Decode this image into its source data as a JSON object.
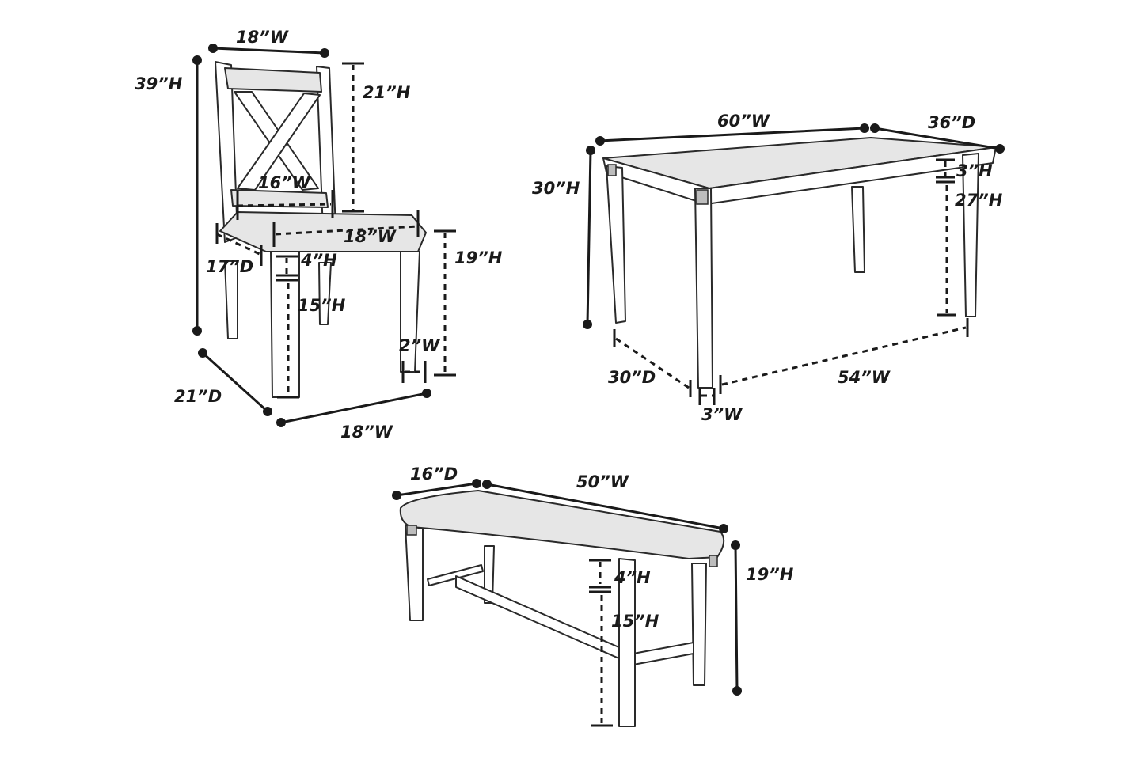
{
  "chair": {
    "top_width": "18”W",
    "total_height": "39”H",
    "back_height": "21”H",
    "back_width": "16”W",
    "seat_width": "18”W",
    "seat_depth": "17”D",
    "seat_thickness": "4”H",
    "leg_height": "15”H",
    "seat_height": "19”H",
    "leg_width": "2”W",
    "base_depth": "21”D",
    "base_width": "18”W"
  },
  "table": {
    "top_width": "60”W",
    "top_depth": "36”D",
    "total_height": "30”H",
    "apron_height": "3”H",
    "leg_height": "27”H",
    "leg_span_depth": "30”D",
    "leg_span_width": "54”W",
    "leg_width": "3”W"
  },
  "bench": {
    "depth": "16”D",
    "width": "50”W",
    "seat_thickness": "4”H",
    "leg_height": "15”H",
    "total_height": "19”H"
  }
}
